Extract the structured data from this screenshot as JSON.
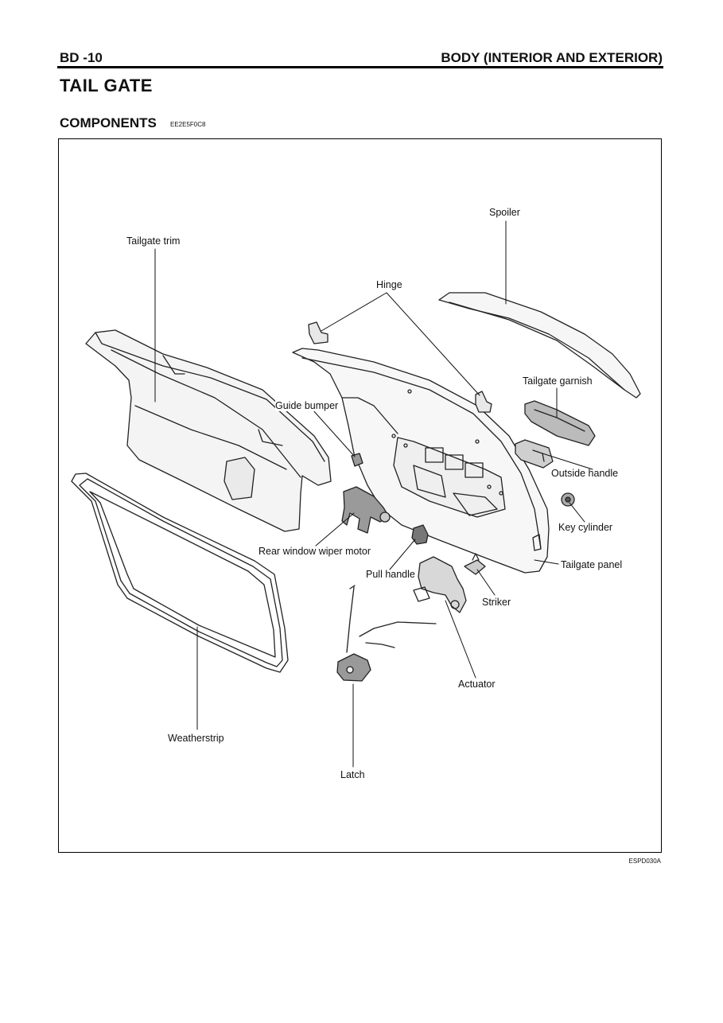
{
  "header": {
    "page_number": "BD -10",
    "chapter": "BODY (INTERIOR AND EXTERIOR)"
  },
  "section_title": "TAIL GATE",
  "subsection": {
    "title": "COMPONENTS",
    "code": "EE2E5F0C8"
  },
  "figure": {
    "id": "ESPD030A",
    "labels": {
      "spoiler": "Spoiler",
      "tailgate_trim": "Tailgate trim",
      "hinge": "Hinge",
      "tailgate_garnish": "Tailgate garnish",
      "guide_bumper": "Guide bumper",
      "outside_handle": "Outside handle",
      "key_cylinder": "Key cylinder",
      "rear_window_wiper_motor": "Rear window wiper motor",
      "tailgate_panel": "Tailgate panel",
      "pull_handle": "Pull handle",
      "striker": "Striker",
      "actuator": "Actuator",
      "weatherstrip": "Weatherstrip",
      "latch": "Latch"
    }
  }
}
